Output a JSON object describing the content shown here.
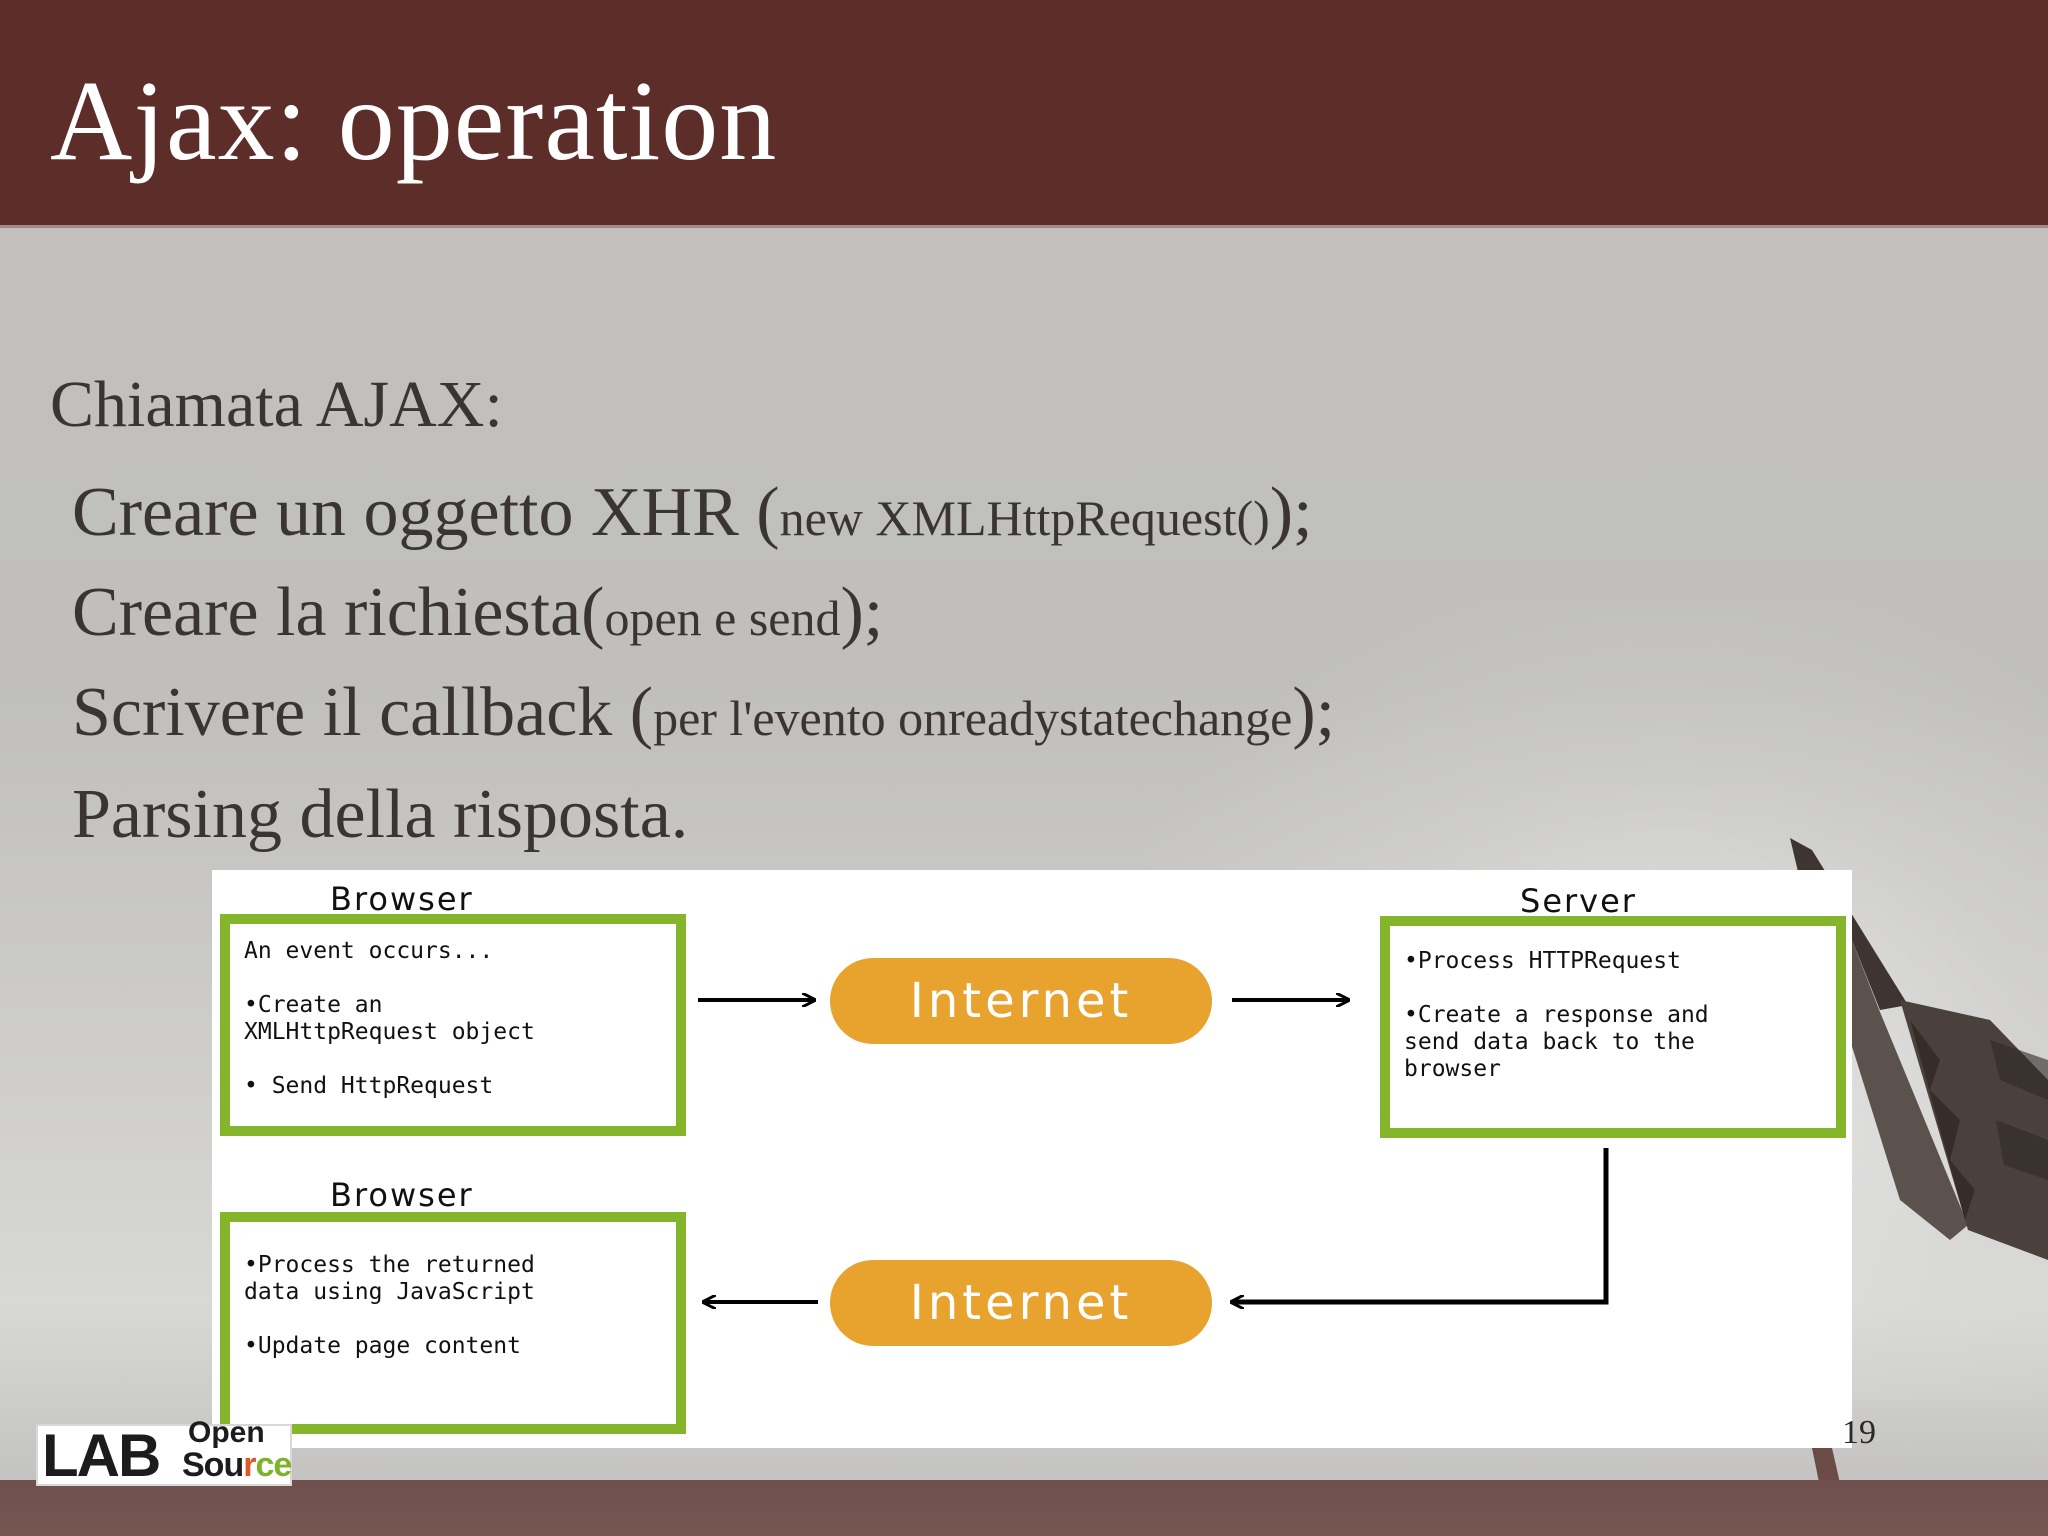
{
  "slide": {
    "title": "Ajax: operation",
    "page_number": "19"
  },
  "content": {
    "heading": "Chiamata AJAX:",
    "lines": [
      {
        "main": "Creare un oggetto XHR (",
        "detail": "new XMLHttpRequest()",
        "end": ");"
      },
      {
        "main": "Creare la richiesta(",
        "detail": "open e send",
        "end": ");"
      },
      {
        "main": "Scrivere il callback (",
        "detail": "per l'evento  onreadystatechange",
        "end": ");"
      },
      {
        "main": "Parsing della risposta.",
        "detail": "",
        "end": ""
      }
    ]
  },
  "diagram": {
    "browser_top": {
      "label": "Browser",
      "lines": [
        "An event occurs...",
        "•Create an",
        "XMLHttpRequest object",
        "• Send HttpRequest"
      ]
    },
    "internet_top": "Internet",
    "server": {
      "label": "Server",
      "lines": [
        "•Process HTTPRequest",
        "•Create a response and",
        "send data back to the",
        "browser"
      ]
    },
    "browser_bottom": {
      "label": "Browser",
      "lines": [
        "•Process the returned",
        "data using JavaScript",
        "•Update page content"
      ]
    },
    "internet_bottom": "Internet",
    "colors": {
      "box_border": "#85b52a",
      "pill": "#e8a22e"
    }
  },
  "logo": {
    "lab": "LAB",
    "open": "Open",
    "source": "Source"
  }
}
